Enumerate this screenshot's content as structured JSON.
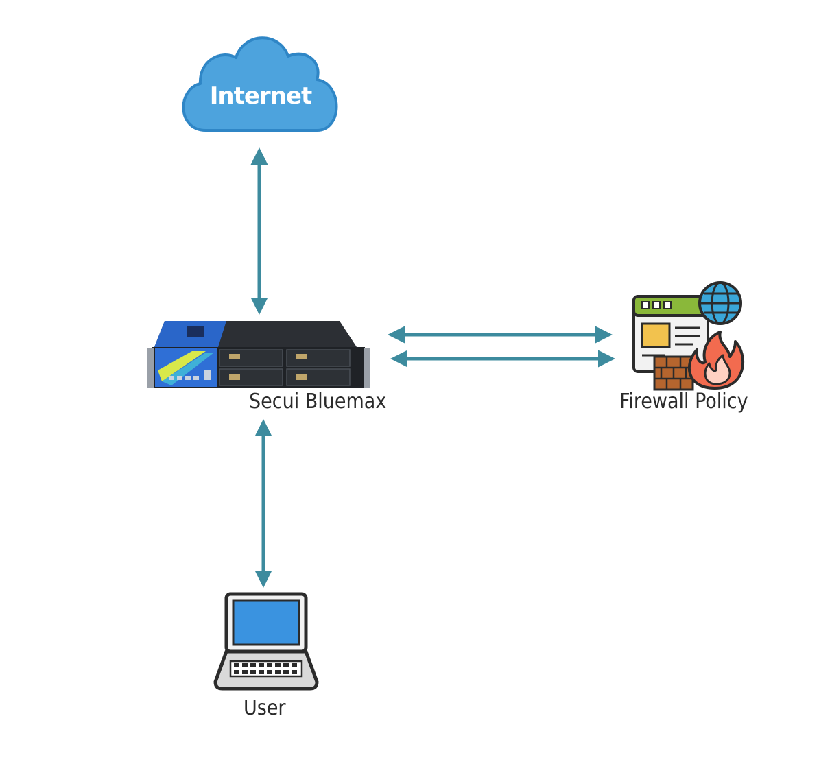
{
  "colors": {
    "arrow": "#3d8b9e",
    "cloud_fill": "#4da3dd",
    "cloud_stroke": "#2f86c6",
    "laptop_screen": "#3a93e0",
    "label_text": "#2b2b2b"
  },
  "nodes": {
    "internet": {
      "label": "Internet",
      "icon": "cloud-icon"
    },
    "bluemax": {
      "label": "Secui Bluemax",
      "icon": "firewall-appliance-icon"
    },
    "firewall_policy": {
      "label": "Firewall Policy",
      "icon": "firewall-policy-icon"
    },
    "user": {
      "label": "User",
      "icon": "laptop-icon"
    }
  },
  "connections": [
    {
      "from": "internet",
      "to": "bluemax",
      "direction": "bidirectional"
    },
    {
      "from": "bluemax",
      "to": "firewall_policy",
      "direction": "bidirectional"
    },
    {
      "from": "bluemax",
      "to": "firewall_policy",
      "direction": "bidirectional"
    },
    {
      "from": "bluemax",
      "to": "user",
      "direction": "bidirectional"
    }
  ]
}
